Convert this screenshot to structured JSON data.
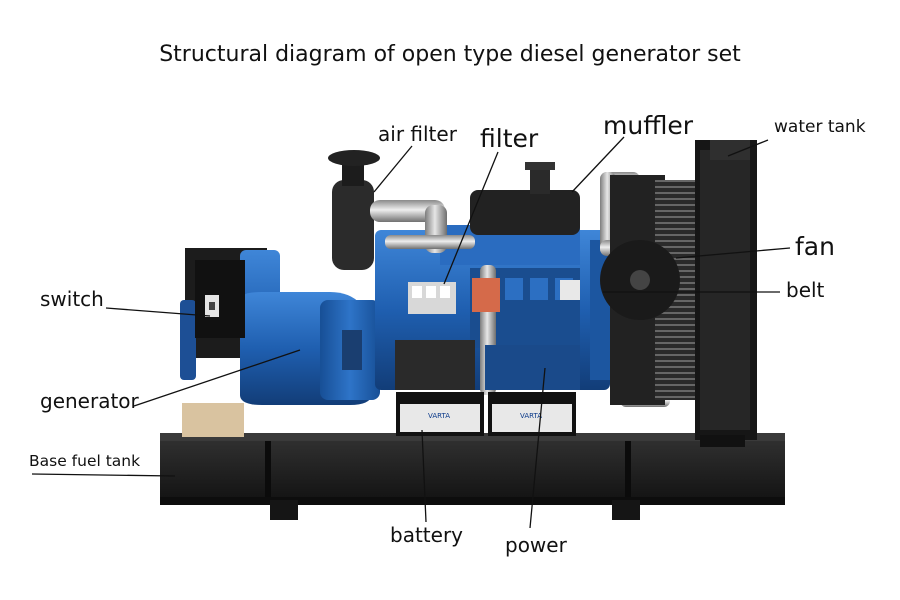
{
  "title": "Structural diagram of open type diesel generator set",
  "labels": {
    "air_filter": "air filter",
    "filter": "filter",
    "muffler": "muffler",
    "water_tank": "water tank",
    "fan": "fan",
    "belt": "belt",
    "switch": "switch",
    "generator": "generator",
    "base_fuel_tank": "Base fuel tank",
    "battery": "battery",
    "power": "power"
  },
  "battery_brand": "VARTA",
  "colors": {
    "engine_blue": "#1f5fb0",
    "frame_black": "#1a1a1a",
    "background": "#ffffff"
  }
}
